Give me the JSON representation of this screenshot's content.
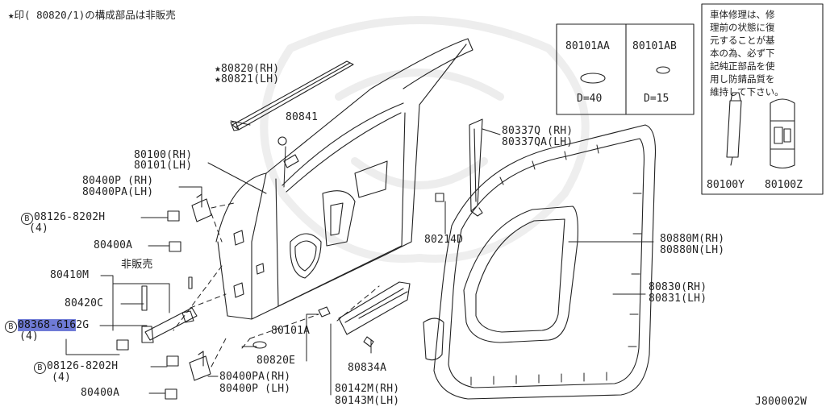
{
  "header_note": "★印( 80820/1)の構成部品は非販売",
  "diagram_code": "J800002W",
  "callouts": {
    "c80820": "★80820(RH)",
    "c80821": "★80821(LH)",
    "c80841": "80841",
    "c80100": "80100(RH)",
    "c80101": "80101(LH)",
    "c80400p": "80400P (RH)",
    "c80400pa": "80400PA(LH)",
    "bolt_top": "08126-8202H",
    "bolt_top_qty": "(4)",
    "c80400a_top": "80400A",
    "c80410m": "80410M",
    "not_sold": "非販売",
    "c80420c": "80420C",
    "screw_code_hl": "08368-616",
    "screw_code_rest": "2G",
    "screw_qty": "(4)",
    "bolt_bot": "08126-8202H",
    "bolt_bot_qty": "(4)",
    "c80400a_bot": "80400A",
    "c80400pa_rh": "80400PA(RH)",
    "c80400p_lh": "80400P (LH)",
    "c80101a": "80101A",
    "c80820e": "80820E",
    "c80834a": "80834A",
    "c80142m": "80142M(RH)",
    "c80143m": "80143M(LH)",
    "c80214d": "80214D",
    "c80337q": "80337Q (RH)",
    "c80337qa": "80337QA(LH)",
    "c80880m": "80880M(RH)",
    "c80880n": "80880N(LH)",
    "c80830": "80830(RH)",
    "c80831": "80831(LH)",
    "b_mark": "B"
  },
  "plug_box": {
    "left_code": "80101AA",
    "right_code": "80101AB",
    "left_size": "D=40",
    "right_size": "D=15"
  },
  "repair_box": {
    "note": "車体修理は、修\n理前の状態に復\n元することが基\n本の為、必ず下\n記純正部品を使\n用し防錆品質を\n維持して下さい。",
    "left_code": "80100Y",
    "right_code": "80100Z"
  }
}
